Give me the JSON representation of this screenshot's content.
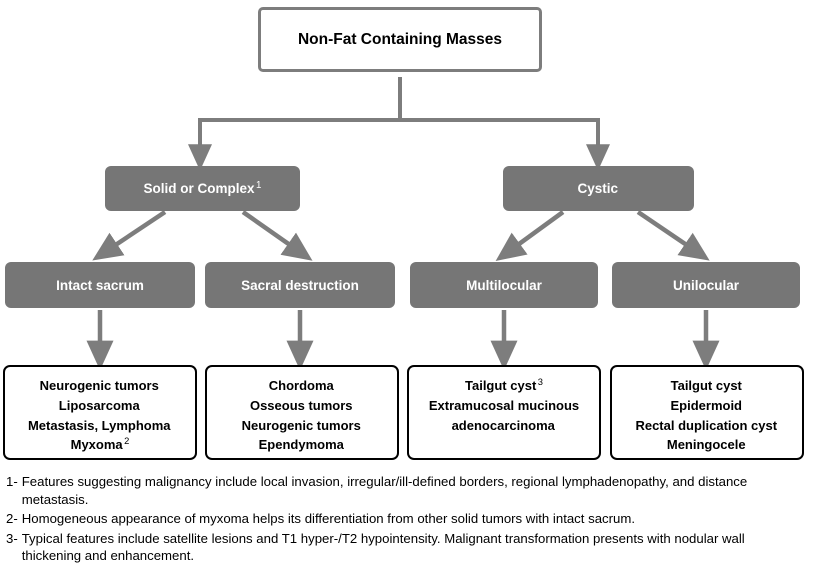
{
  "diagram": {
    "type": "flowchart",
    "title": "Non-Fat Containing Masses",
    "colors": {
      "gray_fill": "#767676",
      "root_border": "#7d7d7d",
      "leaf_border": "#000000",
      "connector": "#7d7d7d",
      "text_on_gray": "#ffffff",
      "text_on_white": "#000000"
    },
    "root": {
      "label": "Non-Fat Containing Masses"
    },
    "level2": [
      {
        "label": "Solid or Complex",
        "superscript": "1"
      },
      {
        "label": "Cystic",
        "superscript": ""
      }
    ],
    "level3": [
      {
        "label": "Intact sacrum"
      },
      {
        "label": "Sacral destruction"
      },
      {
        "label": "Multilocular"
      },
      {
        "label": "Unilocular"
      }
    ],
    "leaves": [
      {
        "items": [
          {
            "text": "Neurogenic tumors",
            "superscript": ""
          },
          {
            "text": "Liposarcoma",
            "superscript": ""
          },
          {
            "text": "Metastasis, Lymphoma",
            "superscript": ""
          },
          {
            "text": "Myxoma",
            "superscript": "2"
          }
        ]
      },
      {
        "items": [
          {
            "text": "Chordoma",
            "superscript": ""
          },
          {
            "text": "Osseous tumors",
            "superscript": ""
          },
          {
            "text": "Neurogenic tumors",
            "superscript": ""
          },
          {
            "text": "Ependymoma",
            "superscript": ""
          }
        ]
      },
      {
        "items": [
          {
            "text": "Tailgut cyst",
            "superscript": "3"
          },
          {
            "text": "Extramucosal mucinous\nadenocarcinoma",
            "superscript": ""
          }
        ]
      },
      {
        "items": [
          {
            "text": "Tailgut cyst",
            "superscript": ""
          },
          {
            "text": "Epidermoid",
            "superscript": ""
          },
          {
            "text": "Rectal duplication cyst",
            "superscript": ""
          },
          {
            "text": "Meningocele",
            "superscript": ""
          }
        ]
      }
    ]
  },
  "footnotes": [
    {
      "marker": "1-",
      "text": "Features suggesting malignancy include local invasion, irregular/ill-defined borders, regional lymphadenopathy, and distance metastasis."
    },
    {
      "marker": "2-",
      "text": "Homogeneous appearance of myxoma helps its differentiation from other solid tumors with intact sacrum."
    },
    {
      "marker": "3-",
      "text": "Typical features include satellite lesions and T1 hyper-/T2 hypointensity. Malignant transformation presents with nodular wall thickening and enhancement."
    }
  ]
}
